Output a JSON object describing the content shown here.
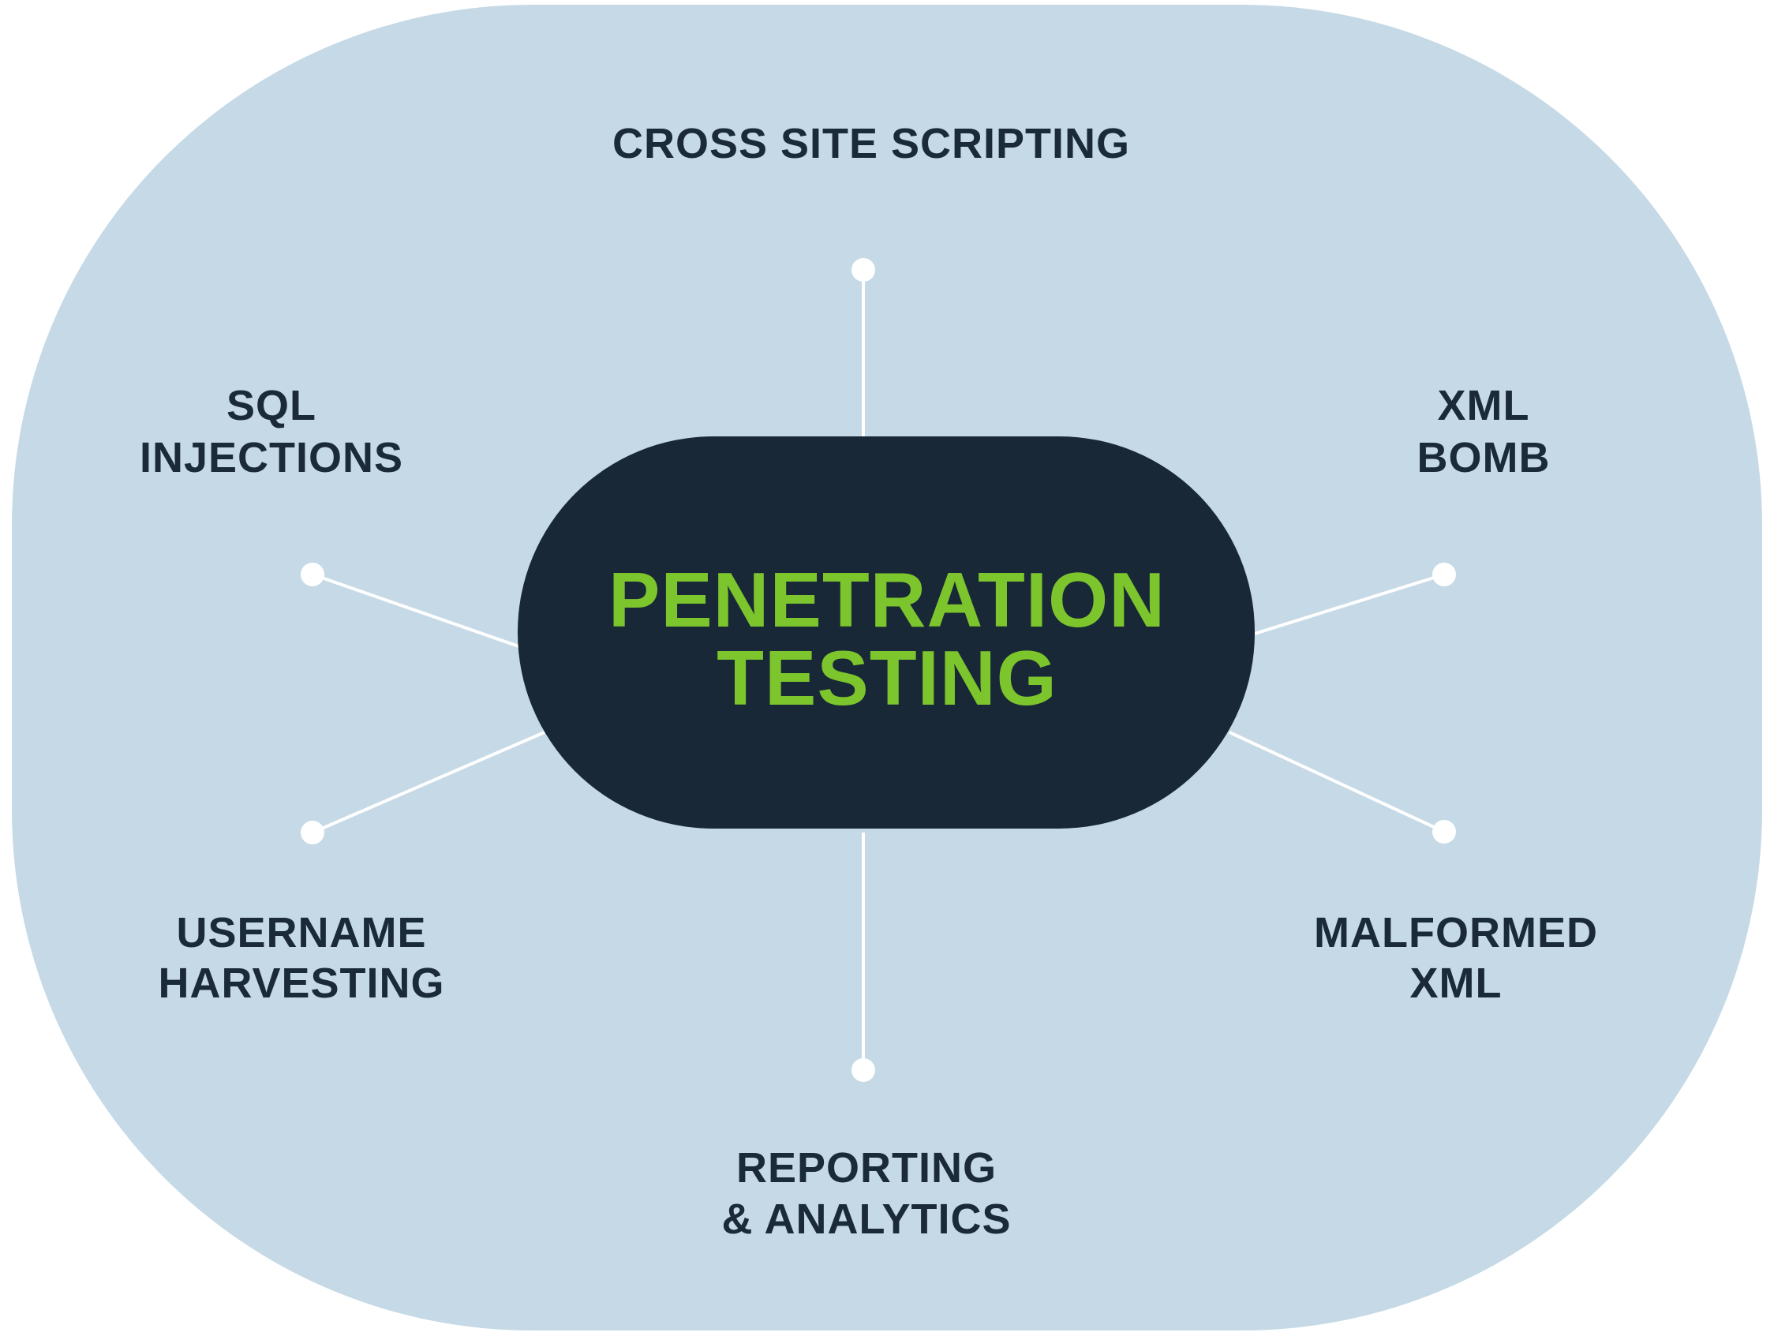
{
  "colors": {
    "background_panel": "#c5d9e6",
    "center_fill": "#182837",
    "center_text": "#7dc52c",
    "label_text": "#1b2a38",
    "connector": "#ffffff"
  },
  "center": {
    "line1": "PENETRATION",
    "line2": "TESTING"
  },
  "nodes": {
    "top": {
      "line1": "CROSS SITE SCRIPTING"
    },
    "upper_left": {
      "line1": "SQL",
      "line2": "INJECTIONS"
    },
    "upper_right": {
      "line1": "XML",
      "line2": "BOMB"
    },
    "lower_left": {
      "line1": "USERNAME",
      "line2": "HARVESTING"
    },
    "lower_right": {
      "line1": "MALFORMED",
      "line2": "XML"
    },
    "bottom": {
      "line1": "REPORTING",
      "line2": "& ANALYTICS"
    }
  }
}
